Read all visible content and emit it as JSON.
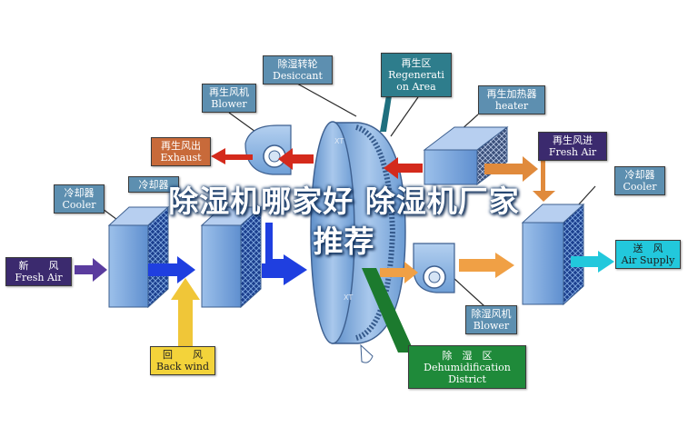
{
  "labels": {
    "desiccant": {
      "zh": "除湿转轮",
      "en": "Desiccant"
    },
    "regen_area": {
      "zh": "再生区",
      "en": "Regenerati\non Area"
    },
    "regen_blower": {
      "zh": "再生风机",
      "en": "Blower"
    },
    "regen_heater": {
      "zh": "再生加热器",
      "en": "heater"
    },
    "exhaust": {
      "zh": "再生风出",
      "en": "Exhaust"
    },
    "regen_fresh": {
      "zh": "再生风进",
      "en": "Fresh Air"
    },
    "cooler_left": {
      "zh": "冷却器",
      "en": "Cooler"
    },
    "cooler_mid": {
      "zh": "冷却器"
    },
    "cooler_right": {
      "zh": "冷却器",
      "en": "Cooler"
    },
    "fresh_air": {
      "zh": "新　　风",
      "en": "Fresh Air"
    },
    "supply": {
      "zh": "送　风",
      "en": "Air Supply"
    },
    "back_wind": {
      "zh": "回　　风",
      "en": "Back wind"
    },
    "dehum_blower": {
      "zh": "除湿风机",
      "en": "Blower"
    },
    "dehum_district": {
      "zh": "除　湿　区",
      "en": "Dehumidification\nDistrict"
    }
  },
  "overlay_title": {
    "line1": "除湿机哪家好 除湿机厂家",
    "line2": "推荐"
  },
  "colors": {
    "label_blue": "#5d8fb0",
    "label_purple": "#3b2a6e",
    "label_teal": "#2e7d8c",
    "label_orange": "#c86a3a",
    "label_yellow": "#f3d33a",
    "label_green": "#1f8a3a",
    "label_cyan": "#22c8dc",
    "arrow_purple": "#5a3c9e",
    "arrow_blue": "#1f3fe0",
    "arrow_yellow": "#f0c638",
    "arrow_orange": "#f0a045",
    "arrow_red": "#d42a1c",
    "arrow_cyan": "#22c8dc",
    "equipment_blue": "#6f9fd6"
  }
}
